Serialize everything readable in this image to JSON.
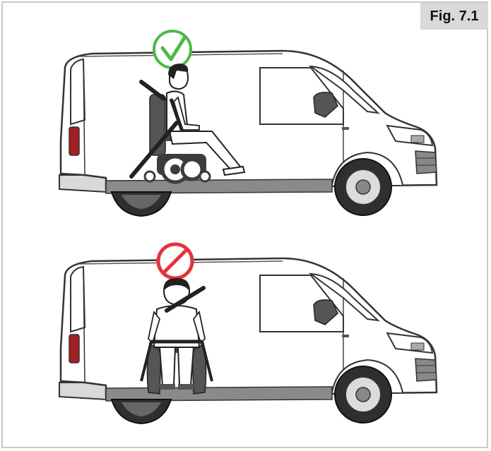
{
  "figure": {
    "label": "Fig. 7.1"
  },
  "panels": [
    {
      "status": "correct",
      "icon": "green-checkmark-icon",
      "color": "#4fb848",
      "posture": "side-facing"
    },
    {
      "status": "incorrect",
      "icon": "red-prohibited-icon",
      "color": "#e5333b",
      "posture": "front-facing"
    }
  ],
  "colors": {
    "check": "#4fb848",
    "prohibited": "#e5333b",
    "label_bg": "#d9d9d9"
  }
}
